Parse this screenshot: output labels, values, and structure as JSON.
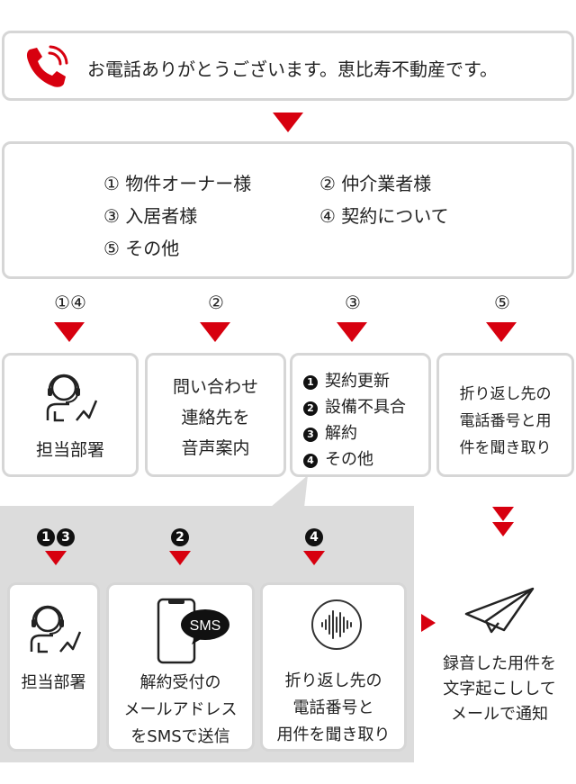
{
  "greeting": "お電話ありがとうございます。恵比寿不動産です。",
  "menu": {
    "item1": "① 物件オーナー様",
    "item2": "② 仲介業者様",
    "item3": "③ 入居者様",
    "item4": "④ 契約について",
    "item5": "⑤ その他"
  },
  "branch_labels": {
    "b1": "①④",
    "b2": "②",
    "b3": "③",
    "b5": "⑤"
  },
  "boxes": {
    "staff": "担当部署",
    "inquiry": [
      "問い合わせ",
      "連絡先を",
      "音声案内"
    ],
    "contract_options": [
      {
        "num": "1",
        "text": "契約更新"
      },
      {
        "num": "2",
        "text": "設備不具合"
      },
      {
        "num": "3",
        "text": "解約"
      },
      {
        "num": "4",
        "text": "その他"
      }
    ],
    "callback": [
      "折り返し先の",
      "電話番号と用",
      "件を聞き取り"
    ]
  },
  "sub_labels": {
    "s13": [
      "1",
      "3"
    ],
    "s2": "2",
    "s4": "4"
  },
  "sub_boxes": {
    "staff2": "担当部署",
    "sms_badge": "SMS",
    "sms": [
      "解約受付の",
      "メールアドレス",
      "をSMSで送信"
    ],
    "callback2": [
      "折り返し先の",
      "電話番号と",
      "用件を聞き取り"
    ]
  },
  "email_notice": [
    "録音した用件を",
    "文字起こしして",
    "メールで通知"
  ],
  "colors": {
    "accent": "#d7000f",
    "border": "#d6d6d6",
    "gray_bg": "#dcdcdc"
  }
}
